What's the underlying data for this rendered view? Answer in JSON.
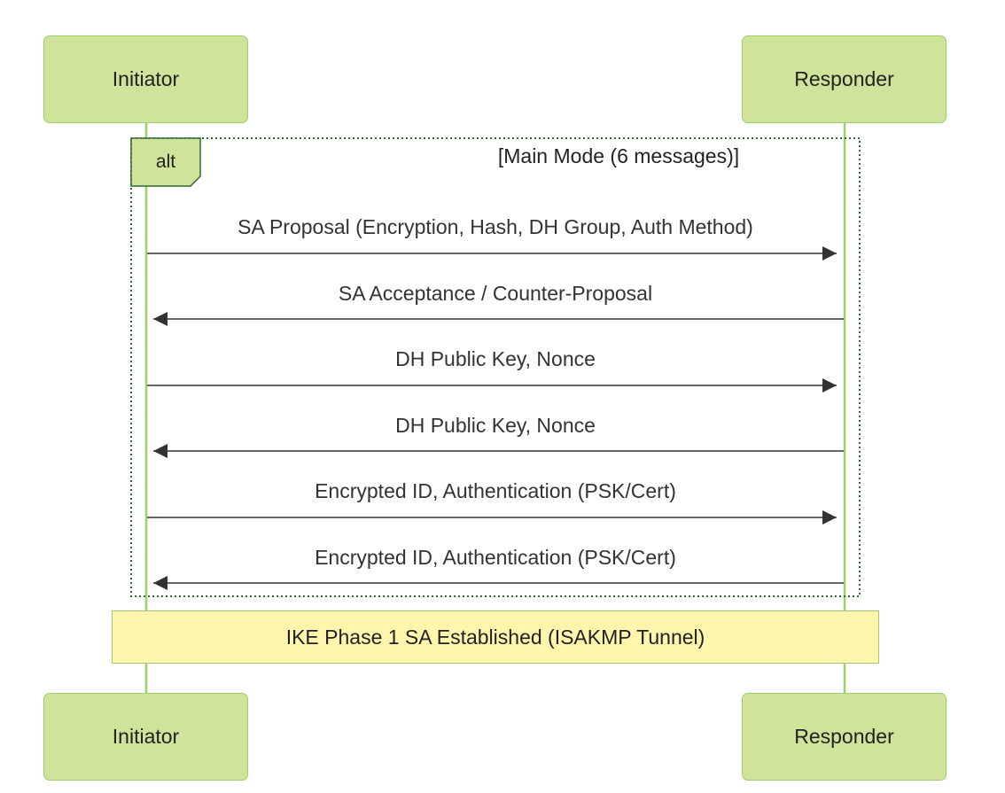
{
  "participants": [
    {
      "name": "Initiator"
    },
    {
      "name": "Responder"
    }
  ],
  "alt_fragment": {
    "tag": "alt",
    "condition": "[Main Mode (6 messages)]"
  },
  "messages": [
    {
      "label": "SA Proposal (Encryption, Hash, DH Group, Auth Method)",
      "from": "Initiator",
      "to": "Responder"
    },
    {
      "label": "SA Acceptance / Counter-Proposal",
      "from": "Responder",
      "to": "Initiator"
    },
    {
      "label": "DH Public Key, Nonce",
      "from": "Initiator",
      "to": "Responder"
    },
    {
      "label": "DH Public Key, Nonce",
      "from": "Responder",
      "to": "Initiator"
    },
    {
      "label": "Encrypted ID, Authentication (PSK/Cert)",
      "from": "Initiator",
      "to": "Responder"
    },
    {
      "label": "Encrypted ID, Authentication (PSK/Cert)",
      "from": "Responder",
      "to": "Initiator"
    }
  ],
  "note": {
    "text": "IKE Phase 1 SA Established (ISAKMP Tunnel)"
  },
  "colors": {
    "actor_fill": "#cfe39a",
    "actor_border": "#9bd06a",
    "lifeline": "#9bd06a",
    "fragment_border": "#2e6b2e",
    "arrow": "#333333",
    "note_fill": "#fff5ad",
    "note_border": "#a6c76c"
  }
}
